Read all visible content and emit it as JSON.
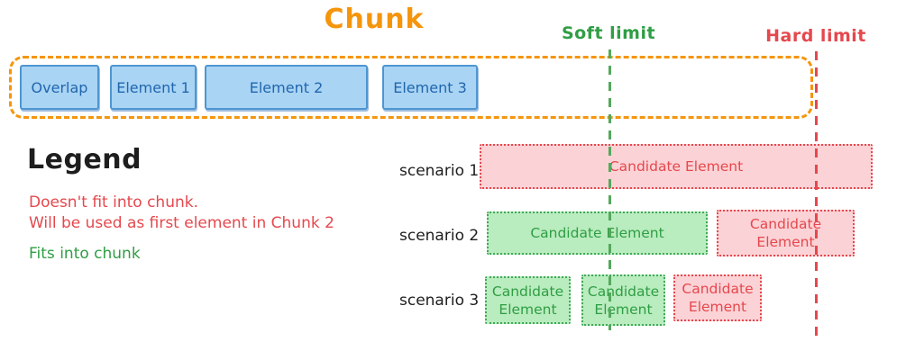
{
  "title": "Chunk",
  "limits": {
    "soft": {
      "label": "Soft limit",
      "color": "#2F9E44"
    },
    "hard": {
      "label": "Hard limit",
      "color": "#E5484D"
    }
  },
  "chunk": {
    "elements": [
      {
        "label": "Overlap"
      },
      {
        "label": "Element 1"
      },
      {
        "label": "Element 2"
      },
      {
        "label": "Element 3"
      }
    ],
    "border_color": "#F5950C",
    "element_fill": "#A9D4F4",
    "element_border": "#4E96D2"
  },
  "legend": {
    "title": "Legend",
    "no_fit": {
      "line1": "Doesn't fit into chunk.",
      "line2": "Will be used as first element in Chunk 2",
      "color": "#E5484D"
    },
    "fit": {
      "text": "Fits into chunk",
      "color": "#2F9E44"
    }
  },
  "scenarios": [
    {
      "label": "scenario 1",
      "boxes": [
        {
          "label": "Candidate Element",
          "fit": "no"
        }
      ]
    },
    {
      "label": "scenario 2",
      "boxes": [
        {
          "label": "Candidate Element",
          "fit": "yes"
        },
        {
          "label": "Candidate Element",
          "fit": "no"
        }
      ]
    },
    {
      "label": "scenario 3",
      "boxes": [
        {
          "label": "Candidate Element",
          "fit": "yes"
        },
        {
          "label": "Candidate Element",
          "fit": "yes"
        },
        {
          "label": "Candidate Element",
          "fit": "no"
        }
      ]
    }
  ]
}
